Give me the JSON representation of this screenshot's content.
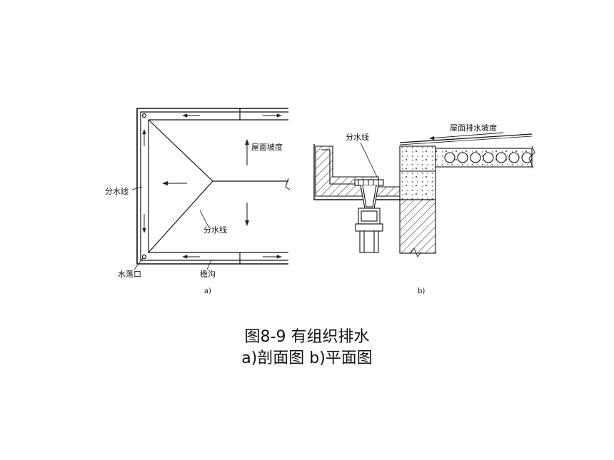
{
  "diagram": {
    "left_labels": {
      "slope": "屋面坡度",
      "divide_line_outer": "分水线",
      "divide_line_inner": "分水线",
      "outlet": "水落口",
      "gutter": "檐沟",
      "sub_label": "a)"
    },
    "right_labels": {
      "slope": "屋面排水坡度",
      "divide_line": "分水线",
      "sub_label": "b)"
    }
  },
  "caption": {
    "line1": "图8-9  有组织排水",
    "line2": "a)剖面图  b)平面图"
  }
}
